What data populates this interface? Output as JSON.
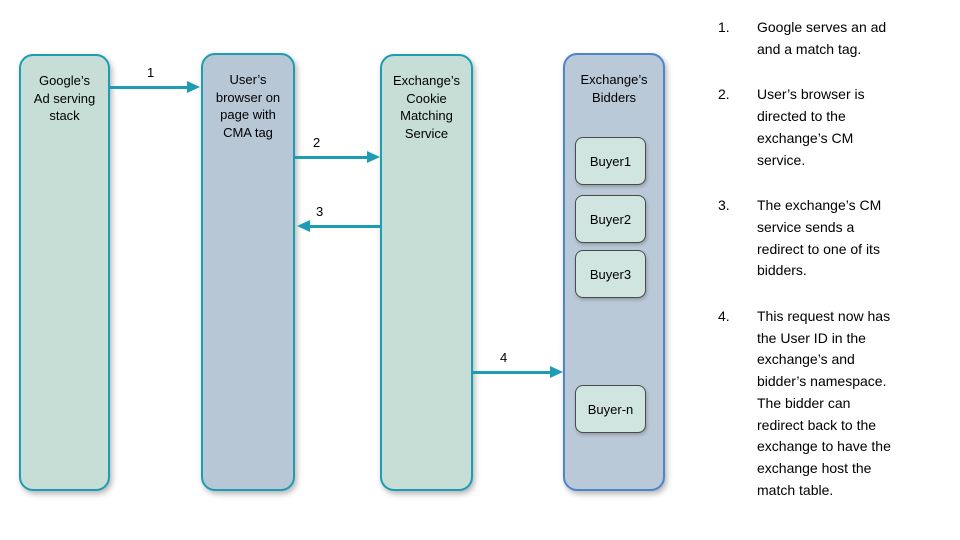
{
  "diagram": {
    "nodes": [
      {
        "id": "google-ad-serving-stack",
        "label": "Google’s\nAd serving\nstack"
      },
      {
        "id": "user-browser",
        "label": "User’s\nbrowser on\npage with\nCMA tag"
      },
      {
        "id": "exchange-cookie-matching-service",
        "label": "Exchange’s\nCookie\nMatching\nService"
      },
      {
        "id": "exchange-bidders",
        "label": "Exchange’s\nBidders"
      }
    ],
    "bidders": [
      "Buyer1",
      "Buyer2",
      "Buyer3",
      "Buyer-n"
    ],
    "arrows": [
      {
        "label": "1",
        "from": "google-ad-serving-stack",
        "to": "user-browser",
        "direction": "right"
      },
      {
        "label": "2",
        "from": "user-browser",
        "to": "exchange-cookie-matching-service",
        "direction": "right"
      },
      {
        "label": "3",
        "from": "exchange-cookie-matching-service",
        "to": "user-browser",
        "direction": "left"
      },
      {
        "label": "4",
        "from": "exchange-cookie-matching-service",
        "to": "exchange-bidders",
        "direction": "right"
      }
    ]
  },
  "steps": [
    {
      "num": "1.",
      "text": "Google serves an ad\nand a match tag."
    },
    {
      "num": "2.",
      "text": "User’s browser is\ndirected to the\nexchange’s CM\nservice."
    },
    {
      "num": "3.",
      "text": "The exchange’s CM\nservice sends a\nredirect to one of its\nbidders."
    },
    {
      "num": "4.",
      "text": "This request now has\nthe User ID in the\nexchange’s and\nbidder’s namespace.\nThe bidder can\nredirect back to the\nexchange to have the\nexchange host the\nmatch table."
    }
  ],
  "colors": {
    "teal": "#1d9cb4",
    "node-green": "#c6ded6",
    "node-blue": "#b7c7d6",
    "bidders-fill": "#bac9d8",
    "bidders-border": "#4e84cc",
    "buyer-fill": "#d0e5e0"
  }
}
